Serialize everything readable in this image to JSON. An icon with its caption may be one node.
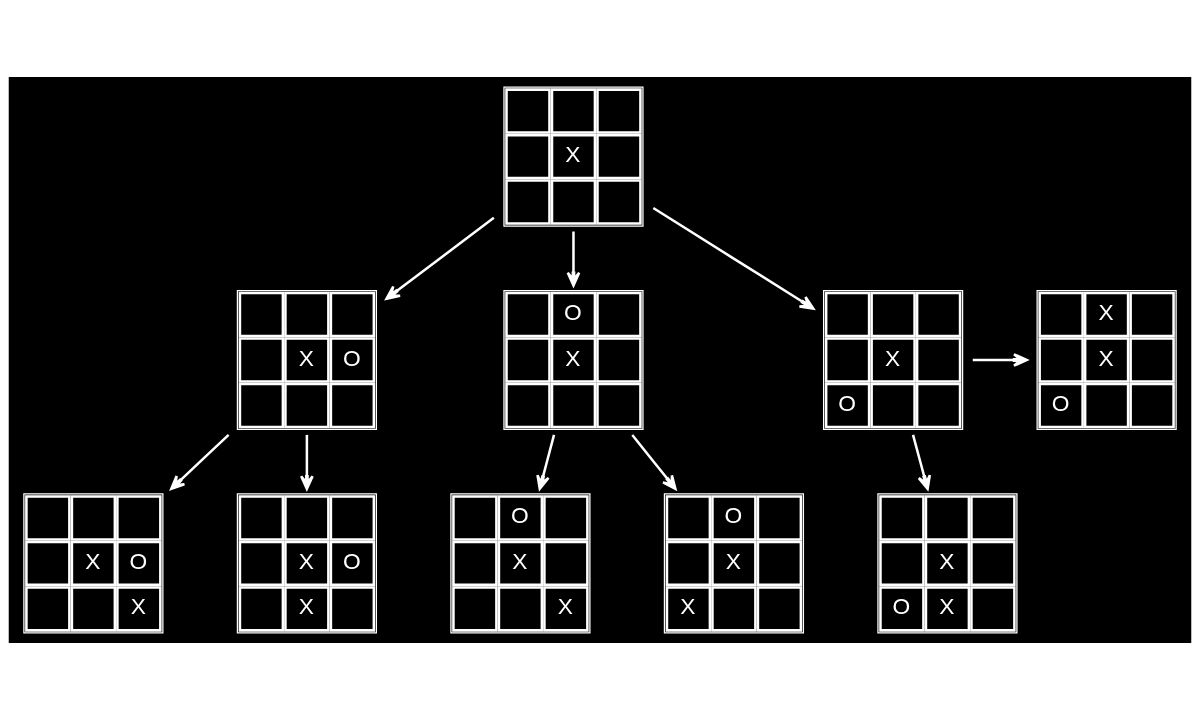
{
  "diagram": {
    "nodes": [
      {
        "text": [
          "X"
        ]
      },
      {
        "text": [
          "X",
          "O"
        ]
      },
      {
        "text": [
          "O",
          "X"
        ]
      },
      {
        "text": [
          "X",
          "O"
        ]
      },
      {
        "text": [
          "X",
          "X",
          "O"
        ]
      },
      {
        "text": [
          "X",
          "O",
          "X"
        ]
      },
      {
        "text": [
          "X",
          "O",
          "X"
        ]
      },
      {
        "text": [
          "X",
          "O",
          "X"
        ]
      },
      {
        "text": [
          "O",
          "X",
          "X"
        ]
      },
      {
        "text": [
          "O",
          "X",
          "X"
        ]
      }
    ],
    "edges": [
      {
        "from": 0,
        "to": 1,
        "arrow": "to"
      },
      {
        "from": 0,
        "to": 2,
        "arrow": "to"
      },
      {
        "from": 0,
        "to": 3,
        "arrow": "to"
      },
      {
        "from": 3,
        "to": 4,
        "arrow": "to"
      },
      {
        "from": 3,
        "to": 5,
        "arrow": "to"
      },
      {
        "from": 1,
        "to": 6,
        "arrow": "to"
      },
      {
        "from": 1,
        "to": 7,
        "arrow": "to"
      },
      {
        "from": 2,
        "to": 8,
        "arrow": "to"
      },
      {
        "from": 2,
        "to": 9,
        "arrow": "to"
      }
    ]
  }
}
